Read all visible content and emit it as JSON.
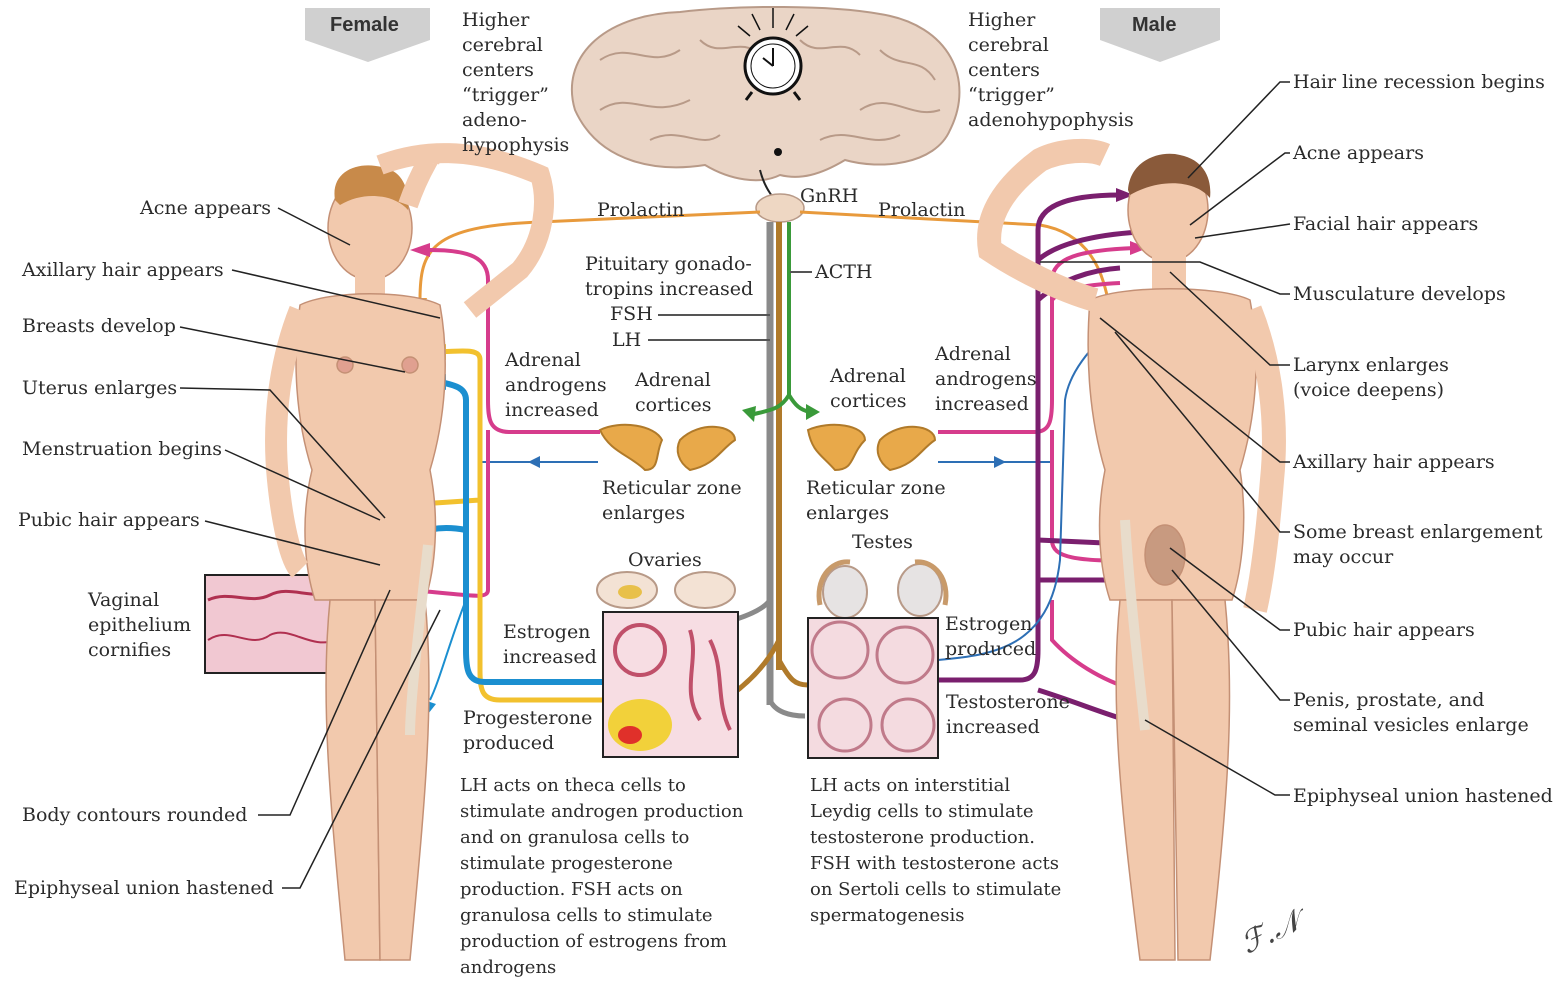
{
  "header": {
    "female_title": "Female",
    "male_title": "Male"
  },
  "brain": {
    "left_trigger_text": "Higher\ncerebral\ncenters\n“trigger”\nadeno-\nhypophysis",
    "right_trigger_text": "Higher\ncerebral\ncenters\n“trigger”\nadenohypophysis",
    "icon": "alarm-clock-icon"
  },
  "hormones": {
    "gnrh": "GnRH",
    "prolactin_left": "Prolactin",
    "prolactin_right": "Prolactin",
    "pituitary": "Pituitary gonado-\ntropins increased",
    "fsh": "FSH",
    "lh": "LH",
    "acth": "ACTH"
  },
  "female_center": {
    "adrenal_androgens": "Adrenal\nandrogens\nincreased",
    "adrenal_cortices": "Adrenal\ncortices",
    "reticular_zone": "Reticular zone\nenlarges",
    "ovaries": "Ovaries",
    "estrogen": "Estrogen\nincreased",
    "progesterone": "Progesterone\nproduced",
    "description": "LH acts on theca cells to\nstimulate androgen production\nand on granulosa cells to\nstimulate progesterone\nproduction. FSH acts on\ngranulosa cells to stimulate\nproduction of estrogens from\nandrogens"
  },
  "male_center": {
    "adrenal_cortices": "Adrenal\ncortices",
    "adrenal_androgens": "Adrenal\nandrogens\nincreased",
    "reticular_zone": "Reticular zone\nenlarges",
    "testes": "Testes",
    "estrogen": "Estrogen\nproduced",
    "testosterone": "Testosterone\nincreased",
    "description": "LH acts on interstitial\nLeydig cells to stimulate\ntestosterone production.\nFSH with testosterone acts\non Sertoli cells to stimulate\nspermatogenesis"
  },
  "female_labels": [
    "Acne appears",
    "Axillary hair appears",
    "Breasts develop",
    "Uterus enlarges",
    "Menstruation begins",
    "Pubic hair appears",
    "Vaginal\nepithelium\ncornifies",
    "Body contours rounded",
    "Epiphyseal union hastened"
  ],
  "male_labels": [
    "Hair line recession begins",
    "Acne appears",
    "Facial hair  appears",
    "Musculature develops",
    "Larynx enlarges\n(voice deepens)",
    "Axillary hair appears",
    "Some breast enlargement\nmay occur",
    "Pubic hair appears",
    "Penis, prostate, and\nseminal vesicles enlarge",
    "Epiphyseal union hastened"
  ],
  "colors": {
    "prolactin": "#e89a3c",
    "androgen": "#d63c8c",
    "estrogen": "#f2c12e",
    "progesterone": "#1b8fd0",
    "fsh": "#8a8a8a",
    "lh": "#b07a2a",
    "acth": "#3a9a3a",
    "testosterone": "#7a1f6e",
    "skin": "#f2c9ad",
    "brain": "#e9d3c4"
  }
}
